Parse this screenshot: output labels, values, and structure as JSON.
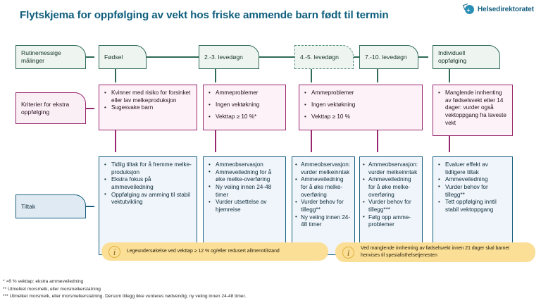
{
  "header": {
    "title": "Flytskjema for oppfølging av vekt hos friske ammende barn født til termin",
    "brand": "Helsedirektoratet",
    "brand_color": "#16607f",
    "title_color": "#0f5e7d"
  },
  "row_labels": [
    {
      "label": "Rutinemessige målinger",
      "color": "#2f6b57"
    },
    {
      "label": "Kriterier for ekstra oppfølging",
      "color": "#98276d"
    },
    {
      "label": "Tiltak",
      "color": "#186080"
    }
  ],
  "stages": [
    {
      "label": "Fødsel",
      "dashed": false
    },
    {
      "label": "2.-3. levedøgn",
      "dashed": false
    },
    {
      "label": "4.-5. levedøgn",
      "dashed": true
    },
    {
      "label": "7.-10. levedøgn",
      "dashed": false
    },
    {
      "label": "Individuell oppfølging",
      "dashed": false
    }
  ],
  "criteria": [
    {
      "items": [
        "Kvinner med risiko for forsinket eller lav melkeproduksjon",
        "Sugesvake barn"
      ]
    },
    {
      "items": [
        "Ammeproblemer",
        "Ingen vektøkning",
        "Vekttap ≥ 10 %*"
      ]
    },
    {
      "items": [
        "Ammeproblemer",
        "Ingen vektøkning",
        "Vekttap ≥ 10 %"
      ]
    },
    {
      "items": [
        "Manglende innhenting av fødselsvekt etter 14 dager: vurder også vektoppgang fra laveste vekt"
      ]
    }
  ],
  "measures": [
    {
      "items": [
        "Tidlig tiltak for å fremme melke-produksjon",
        "Ekstra fokus på ammeveiledning",
        "Oppfølging av amming til stabil vektutvikling"
      ]
    },
    {
      "items": [
        "Ammeobservasjon",
        "Ammeveiledning for å øke melke-overføring",
        "Ny veiing innen 24-48 timer",
        "Vurder utsettelse av hjemreise"
      ]
    },
    {
      "items": [
        "Ammeobservasjon: vurder melkeinntak",
        "Ammeveiledning for å øke melke-overføring",
        "Vurder behov for tillegg**",
        "Ny veiing innen 24-48 timer"
      ]
    },
    {
      "items": [
        "Ammeobservasjon: vurder melkeinntak",
        "Ammeveiledning for å øke melke-overføring",
        "Vurder behov for tillegg***",
        "Følg opp amme-problemer"
      ]
    },
    {
      "items": [
        "Evaluer effekt av tidligere tiltak",
        "Ammeveiledning",
        "Vurder behov for tillegg**",
        "Tett oppfølging inntil stabil vektoppgang"
      ]
    }
  ],
  "callouts": [
    {
      "icon": "info-icon",
      "text": "Legeundersøkelse ved vekttap ≥ 12 % og/eller redusert allmenntilstand",
      "bg": "#fbdf97"
    },
    {
      "icon": "info-icon",
      "text": "Ved manglende innhenting av fødselsvekt innen 21 dager skal barnet henvises til spesialisthelsetjenesten",
      "bg": "#fbdf97"
    }
  ],
  "footnotes": [
    "* >8 % vekttap: ekstra ammeveiledning",
    "** Utmelket morsmelk, eller morsmelkerstatning",
    "*** Utmelket morsmelk, eller morsmelkerstatning. Dersom tillegg ikke vurderes nødvendig; ny veiing innen 24-48 timer."
  ]
}
